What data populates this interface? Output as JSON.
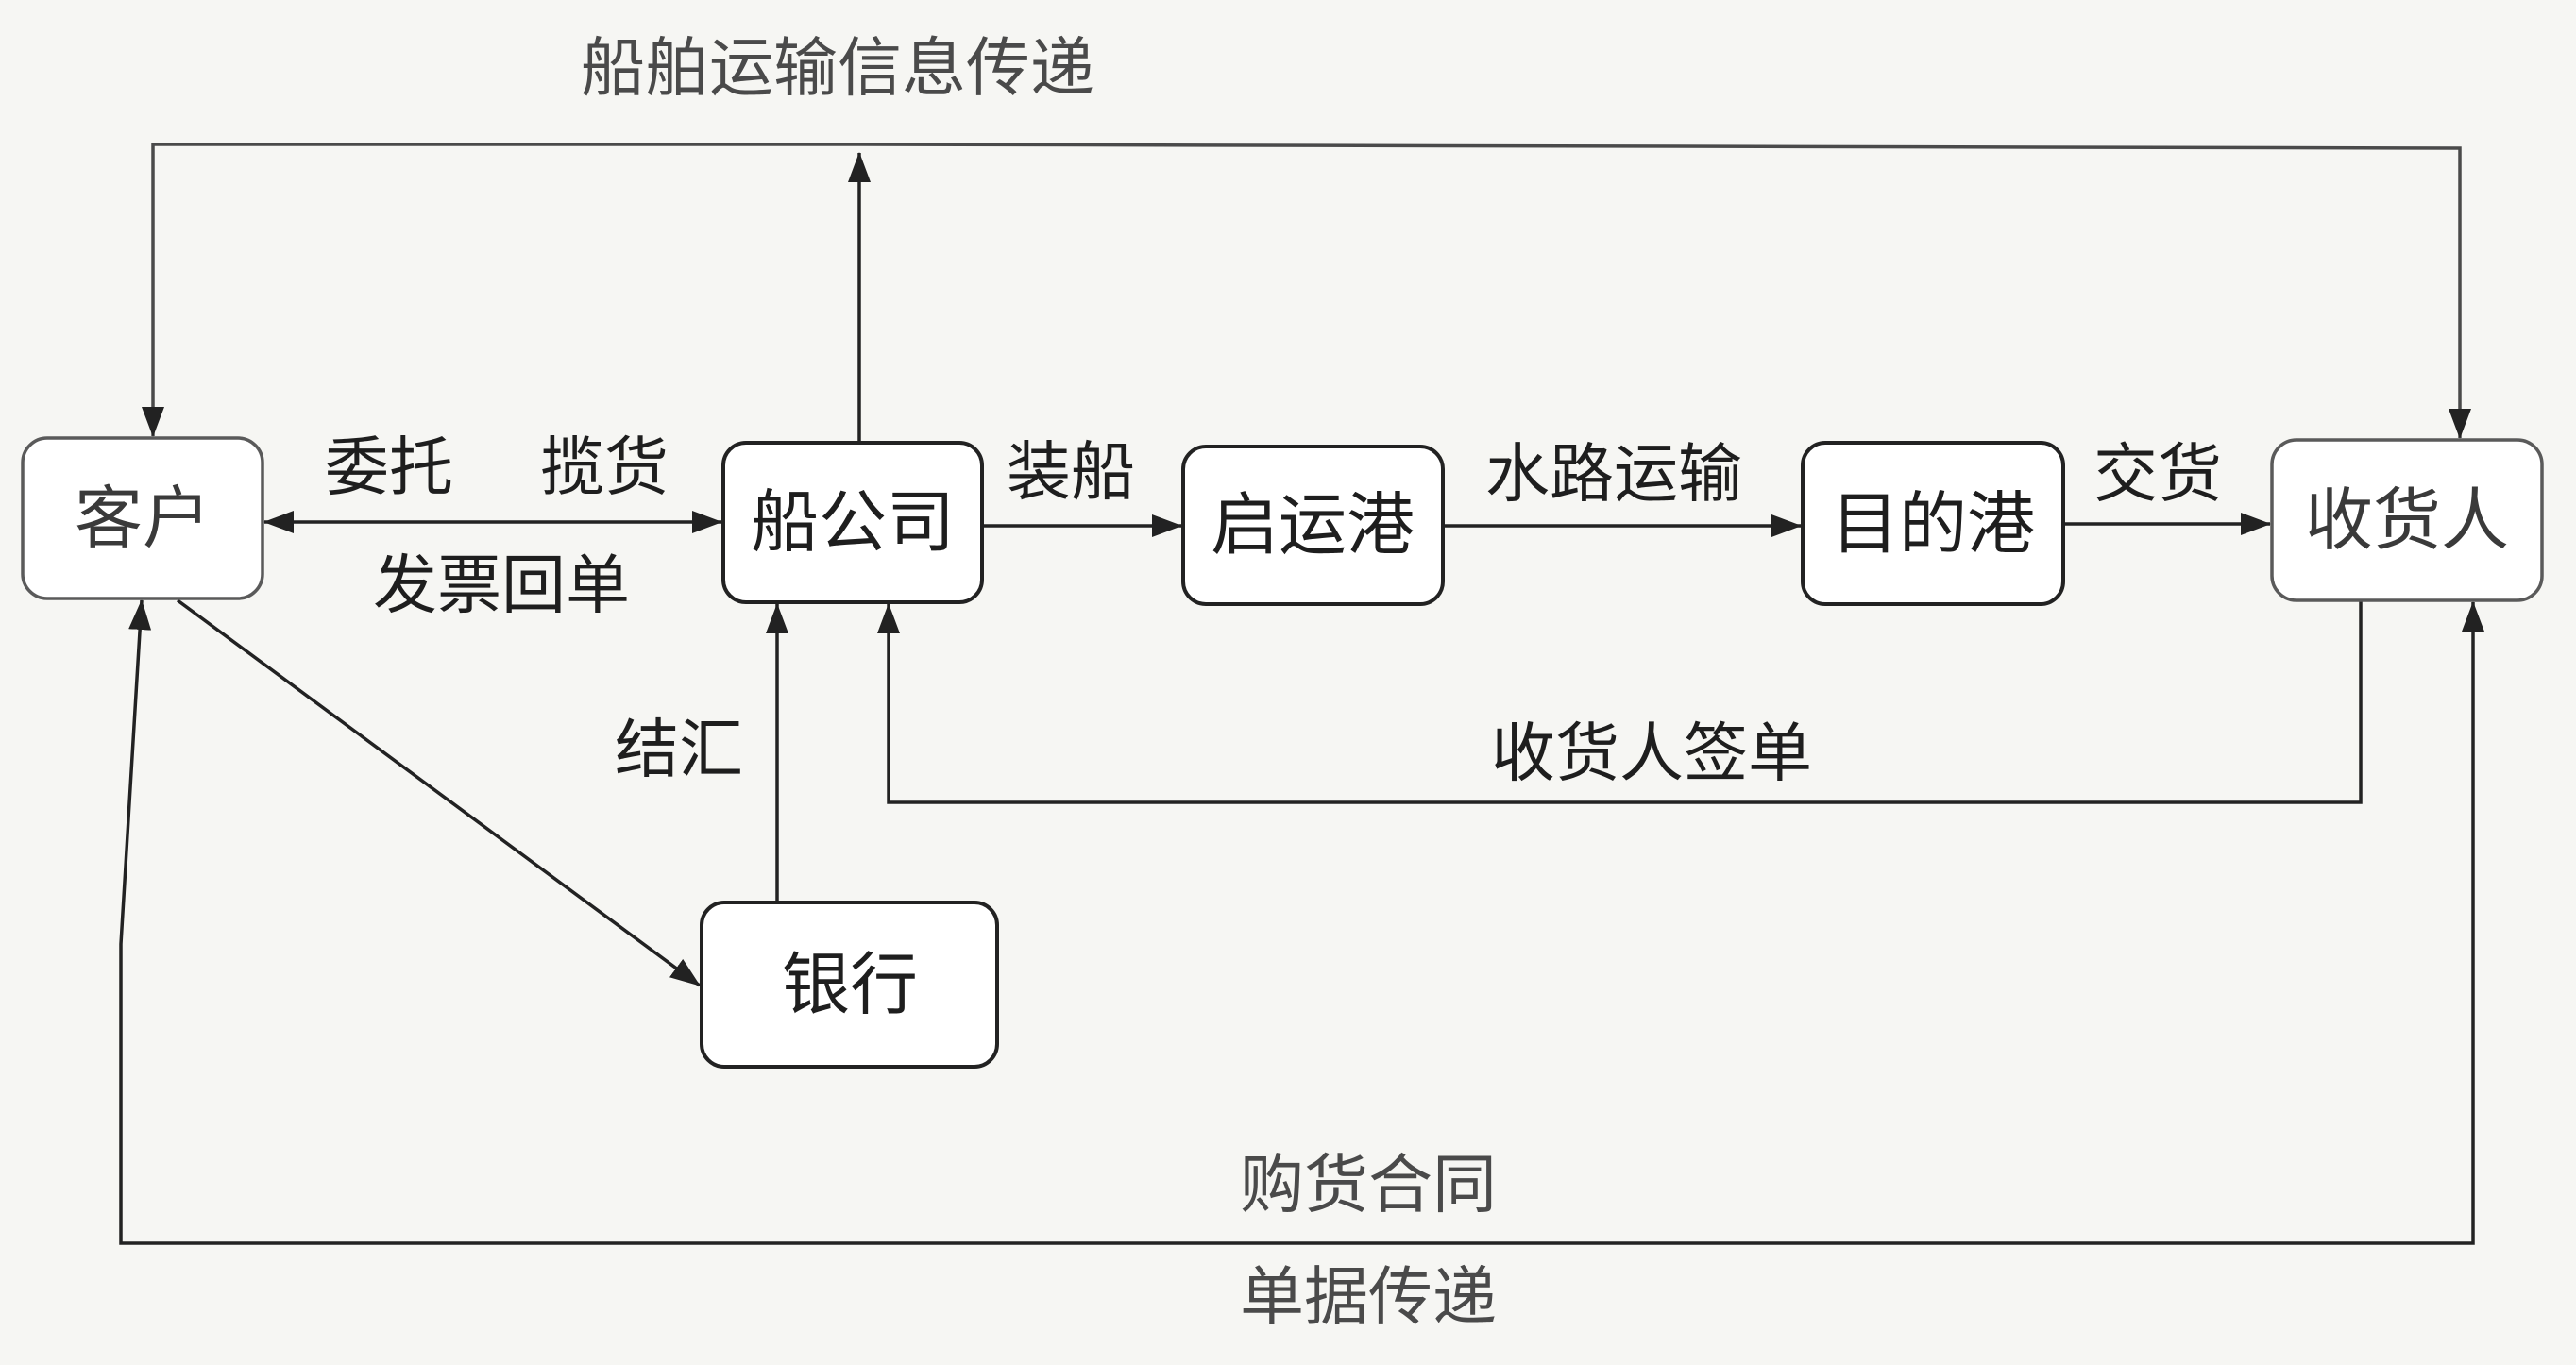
{
  "nodes": {
    "client": "客户",
    "shipping_company": "船公司",
    "port_of_departure": "启运港",
    "port_of_destination": "目的港",
    "consignee": "收货人",
    "bank": "银行"
  },
  "edge_labels": {
    "ship_info_transfer": "船舶运输信息传递",
    "entrust": "委托",
    "solicit_cargo": "揽货",
    "invoice_receipt": "发票回单",
    "loading": "装船",
    "water_transport": "水路运输",
    "delivery": "交货",
    "settlement": "结汇",
    "consignee_sign": "收货人签单",
    "purchase_contract": "购货合同",
    "document_transfer": "单据传递"
  },
  "colors": {
    "background": "#f6f6f3",
    "stroke": "#222222",
    "soft_stroke": "#5a5a5a",
    "text": "#1e1e1e"
  }
}
